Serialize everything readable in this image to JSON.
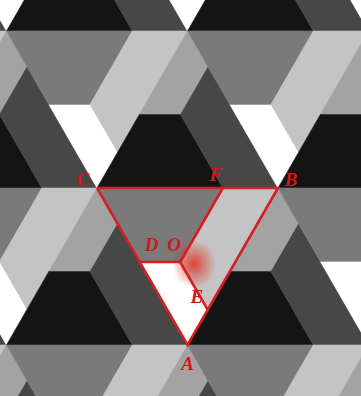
{
  "diagram": {
    "labels": [
      "C",
      "F",
      "B",
      "D",
      "O",
      "E",
      "A"
    ]
  }
}
